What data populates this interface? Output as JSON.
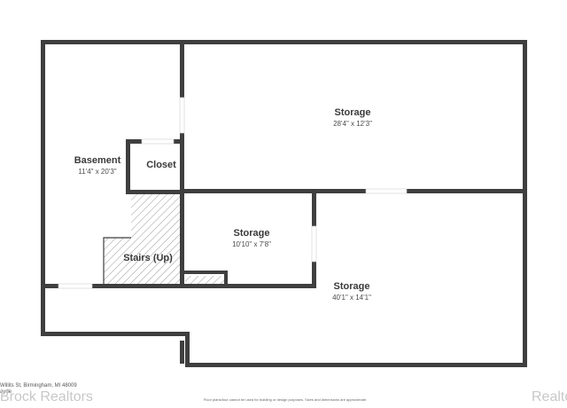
{
  "rooms": {
    "basement": {
      "name": "Basement",
      "dims": "11'4\" x 20'3\""
    },
    "closet": {
      "name": "Closet"
    },
    "storage_top": {
      "name": "Storage",
      "dims": "28'4\" x 12'3\""
    },
    "storage_mid": {
      "name": "Storage",
      "dims": "10'10\" x 7'8\""
    },
    "storage_large": {
      "name": "Storage",
      "dims": "40'1\" x 14'1\""
    },
    "stairs": {
      "name": "Stairs (Up)"
    }
  },
  "footer": {
    "address": "Willits St, Birmingham, MI 48009",
    "address_line2": "ayde",
    "watermark": "Brock Realtors",
    "watermark_right": "Realto",
    "disclaimer": "Floor plans/tour cannot be used for building or design purposes. Sizes and dimensions are approximate.",
    "provider": "··· ··· ··· ··· ··· ···"
  },
  "colors": {
    "wall": "#3f3f3f",
    "hatch": "#9a9a9a"
  }
}
